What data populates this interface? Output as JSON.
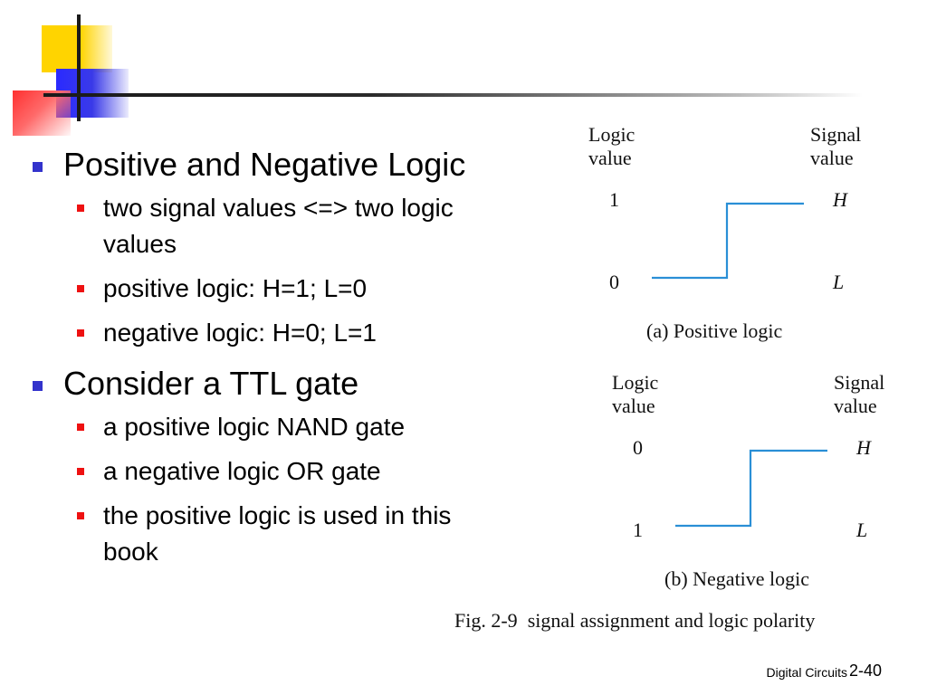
{
  "slide": {
    "bullets": [
      {
        "text": "Positive and Negative Logic",
        "children": [
          "two signal values <=> two logic values",
          "positive logic: H=1; L=0",
          "negative logic: H=0; L=1"
        ]
      },
      {
        "text": "Consider a TTL gate",
        "children": [
          "a positive logic NAND gate",
          "a negative logic OR gate",
          "the positive logic is used in this book"
        ]
      }
    ],
    "footer_label": "Digital Circuits",
    "page_number": "2-40"
  },
  "figure": {
    "panel_a": {
      "logic_header_line1": "Logic",
      "logic_header_line2": "value",
      "signal_header_line1": "Signal",
      "signal_header_line2": "value",
      "top_logic": "1",
      "bottom_logic": "0",
      "top_signal": "H",
      "bottom_signal": "L",
      "caption": "(a) Positive logic"
    },
    "panel_b": {
      "logic_header_line1": "Logic",
      "logic_header_line2": "value",
      "signal_header_line1": "Signal",
      "signal_header_line2": "value",
      "top_logic": "0",
      "bottom_logic": "1",
      "top_signal": "H",
      "bottom_signal": "L",
      "caption": "(b) Negative logic"
    },
    "caption_label": "Fig. 2-9",
    "caption_text": "signal assignment and logic polarity",
    "line_color": "#2a8fd6"
  }
}
